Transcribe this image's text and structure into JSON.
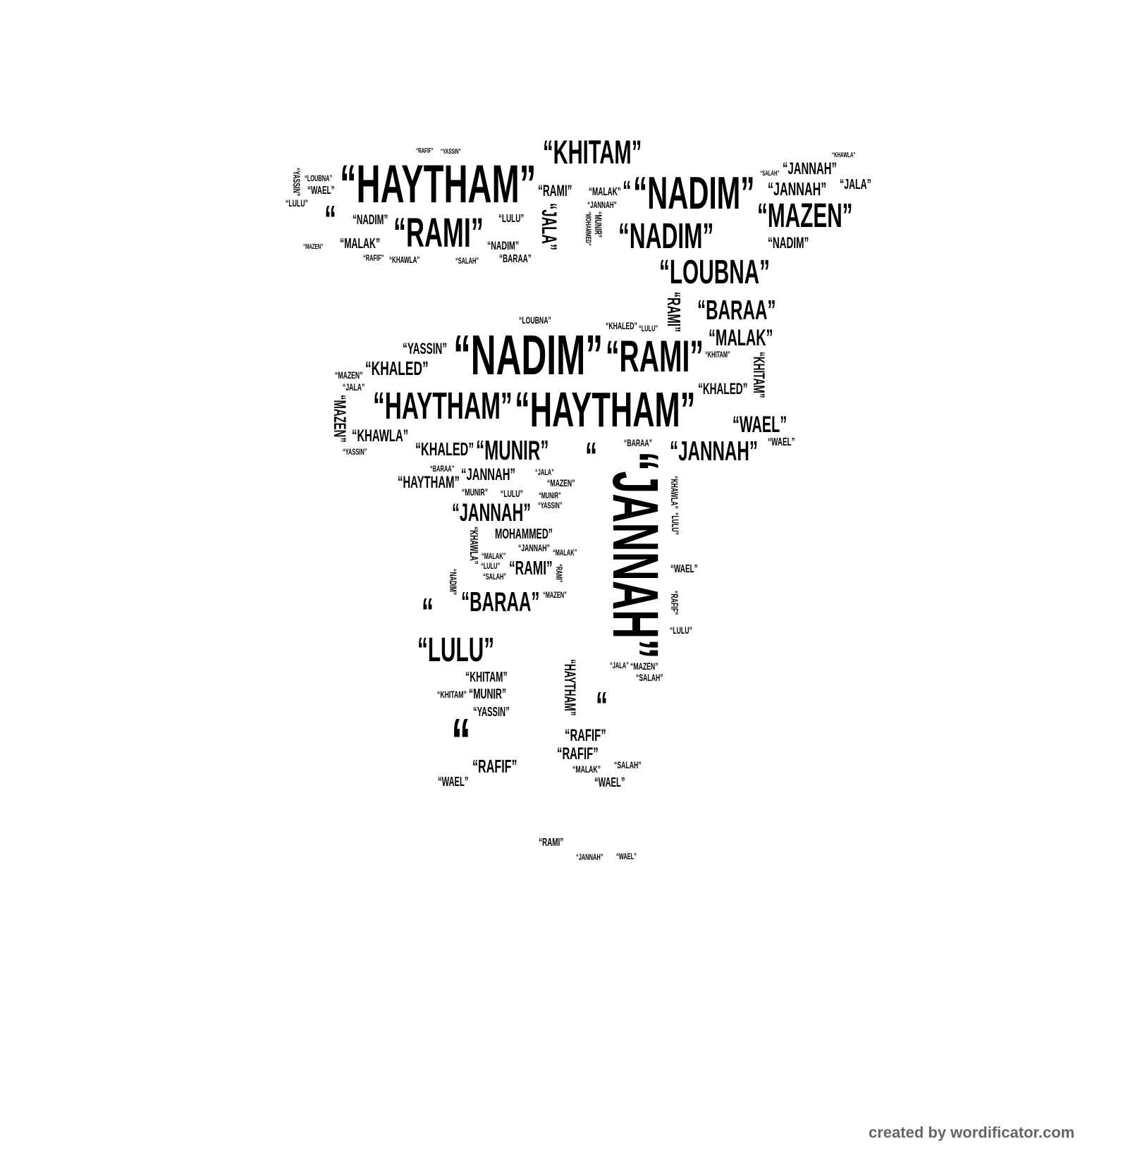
{
  "words": [
    "“HAYTHAM”",
    "“KHITAM”",
    "“NADIM”",
    "“RAMI”",
    "“NADIM”",
    "“MAZEN”",
    "“LOUBNA”",
    "“MALAK”",
    "“BARAA”",
    "“JANNAH”",
    "“JANNAH”",
    "“JALA”",
    "“NADIM”",
    "“MALAK”",
    "“RAMI”",
    "“MALAK”",
    "“JALA”",
    "“LULU”",
    "“BARAA”",
    "“NADIM”",
    "“NADIM”",
    "“RAMI”",
    "“WAEL”",
    "“LULU”",
    "“YASSIN”",
    "“MUNIR”",
    "“MOHAMMED”",
    "“KHAWLA”",
    "“SALAH”",
    "“LOUBNA”",
    "“RAFIF”",
    "“JANNAH”",
    "“YASSIN”",
    "“RAFIF”",
    "“SALAH”",
    "“KHAWLA”",
    "“MAZEN”",
    "“RAMI”",
    "“HAYTHAM”",
    "“MUNIR”",
    "“JANNAH”",
    "“WAEL”",
    "“KHALED”",
    "“YASSIN”",
    "“KHALED”",
    "“KHAWLA”",
    "“KHALED”",
    "“JANNAH”",
    "“JANNAH”",
    "“HAYTHAM”",
    "“JANNAH”",
    "MOHAMMED”",
    "“RAMI”",
    "“BARAA”",
    "“LULU”",
    "“KHITAM”",
    "“MUNIR”",
    "“YASSIN”",
    "“RAFIF”",
    "“WAEL”",
    "“RAFIF”",
    "“RAFIF”",
    "“HAYTHAM”",
    "“MALAK”",
    "“SALAH”",
    "“WAEL”",
    "“KHITAM”",
    "“MAZEN”",
    "“WAEL”",
    "“BARAA”",
    "“LOUBNA”",
    "“KHALED”",
    "“KHITAM”",
    "“LULU”",
    "“KHAWLA”",
    "“LULU”",
    "“WAEL”",
    "“MAZEN”",
    "“SALAH”",
    "“JALA”",
    "“LULU”",
    "“RAFIF”",
    "“MALAK”",
    "“JALA”",
    "“MAZEN”",
    "“YASSIN”",
    "“KHAWLA”",
    "“NADIM”",
    "“MUNIR”",
    "“LULU”",
    "“JANNAH”",
    "“BARAA”",
    "“KHITAM”",
    "“MAZEN”",
    "“MUNIR”",
    "“RAMI”",
    "“JANNAH”",
    "“WAEL”",
    "“YASSIN”",
    "“MALAK”",
    "“SALAH”",
    "“JALA”",
    "“MAZEN”",
    "“LULU”",
    "“RAMI”",
    "“NADIM”",
    "“HAYTHAM”",
    "“",
    "“",
    "“",
    "“",
    "“",
    "“",
    "“",
    "”"
  ],
  "footer": "created by wordificator.com"
}
